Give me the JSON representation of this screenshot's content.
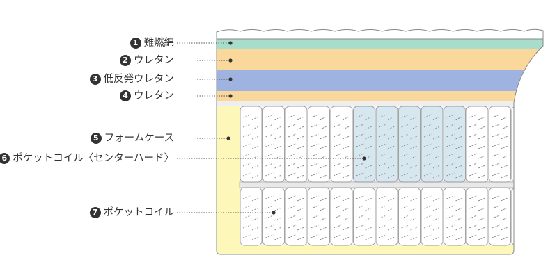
{
  "labels": [
    {
      "num": "1",
      "text": "難燃綿"
    },
    {
      "num": "2",
      "text": "ウレタン"
    },
    {
      "num": "3",
      "text": "低反発ウレタン"
    },
    {
      "num": "4",
      "text": "ウレタン"
    },
    {
      "num": "5",
      "text": "フォームケース"
    },
    {
      "num": "6",
      "text": "ポケットコイル〈センターハード〉"
    },
    {
      "num": "7",
      "text": "ポケットコイル"
    }
  ],
  "colors": {
    "flame_retardant_cotton": "#a8dccb",
    "urethane": "#fad79a",
    "low_resilience_urethane": "#9fb3e0",
    "foam_case": "#fdf8b9",
    "coil": "#ffffff",
    "coil_center_hard": "#d6e7ef",
    "outline": "#888888"
  }
}
